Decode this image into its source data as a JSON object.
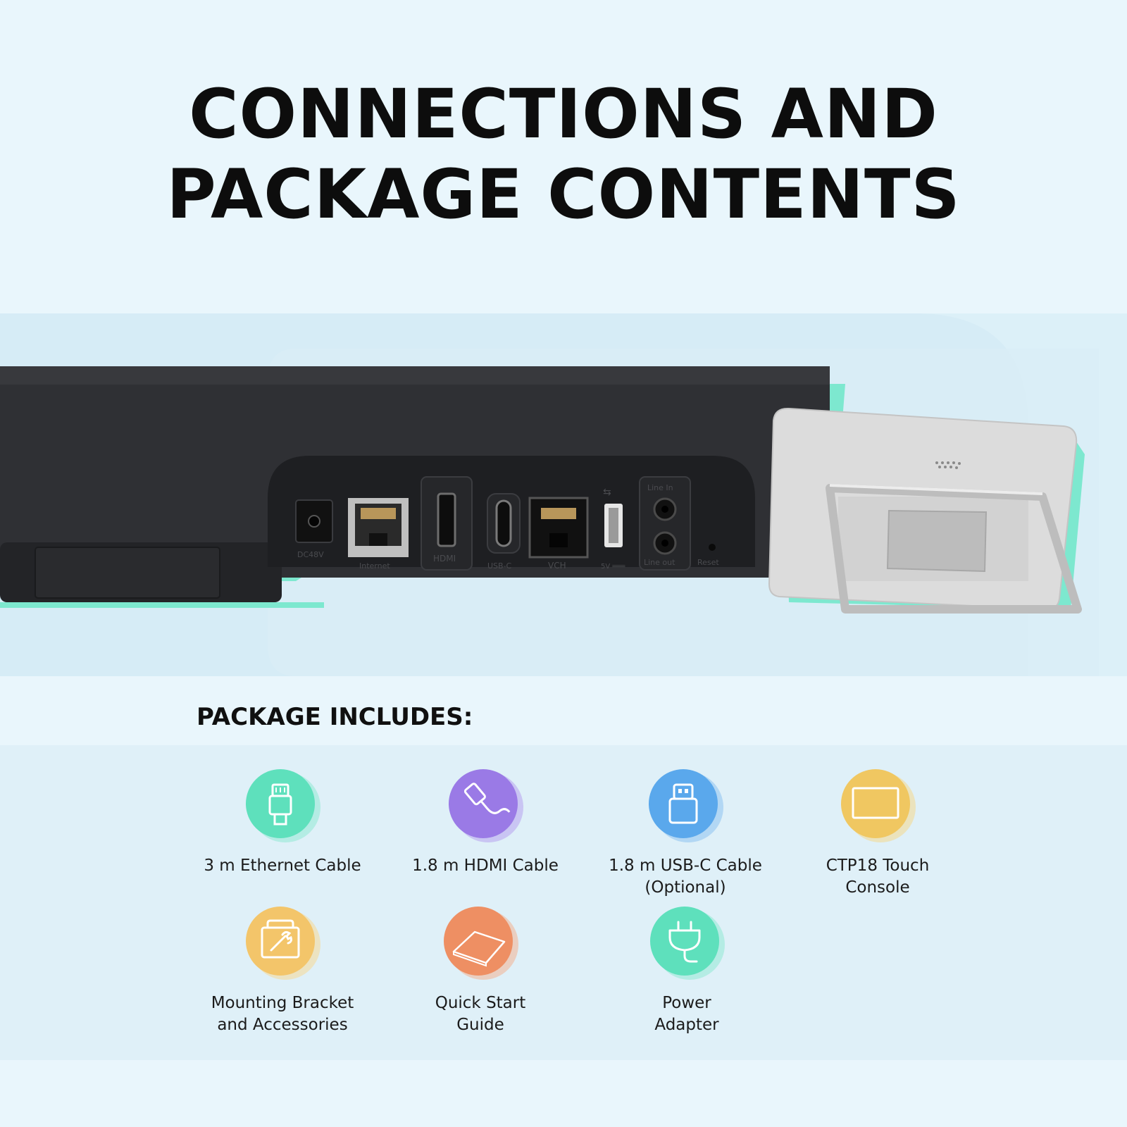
{
  "headline": {
    "line1": "CONNECTIONS AND",
    "line2": "PACKAGE CONTENTS"
  },
  "ports": {
    "dc": "DC48V",
    "internet": "Internet",
    "hdmi": "HDMI",
    "usbc": "USB-C",
    "vch": "VCH",
    "usb5v": "5V ═══",
    "line_in": "Line In",
    "line_out": "Line out",
    "reset": "Reset"
  },
  "package": {
    "title": "PACKAGE INCLUDES:",
    "items": [
      {
        "line1": "3 m Ethernet Cable",
        "line2": "",
        "icon": "ethernet-plug-icon",
        "color": "#5ee0bc"
      },
      {
        "line1": "1.8 m HDMI Cable",
        "line2": "",
        "icon": "hdmi-cable-icon",
        "color": "#9a7ae6"
      },
      {
        "line1": "1.8 m USB-C Cable",
        "line2": "(Optional)",
        "icon": "usb-plug-icon",
        "color": "#5aa8ec"
      },
      {
        "line1": "CTP18 Touch",
        "line2": "Console",
        "icon": "touch-console-icon",
        "color": "#f0c761"
      },
      {
        "line1": "Mounting Bracket",
        "line2": "and Accessories",
        "icon": "wrench-box-icon",
        "color": "#f3c56a"
      },
      {
        "line1": "Quick Start",
        "line2": "Guide",
        "icon": "booklet-icon",
        "color": "#ee8f63"
      },
      {
        "line1": "Power",
        "line2": "Adapter",
        "icon": "power-plug-icon",
        "color": "#5ee0bc"
      }
    ]
  },
  "colors": {
    "background": "#e9f6fc",
    "band": "#dcf0f8",
    "accent_mint": "#7de8cf",
    "device_body": "#2d2e31"
  }
}
